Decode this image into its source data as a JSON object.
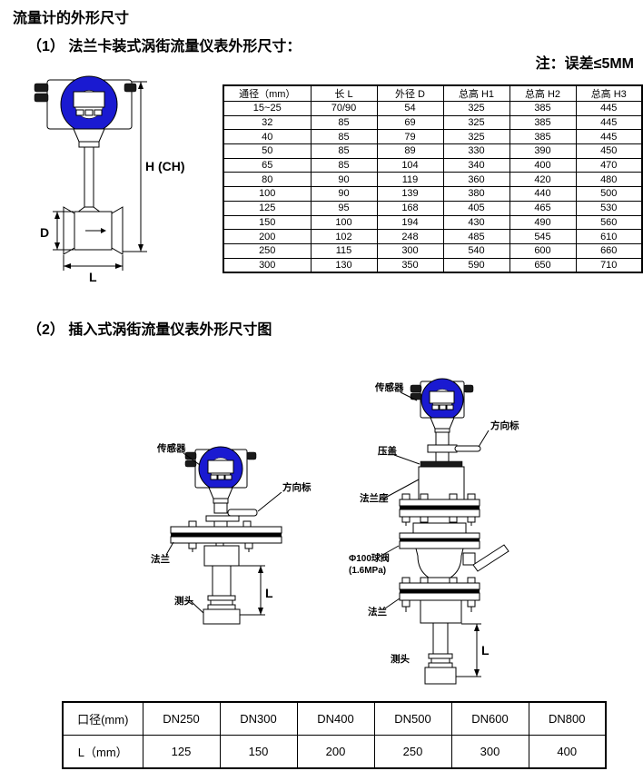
{
  "page": {
    "title": "流量计的外形尺寸",
    "section1_heading": "（1） 法兰卡装式涡街流量仪表外形尺寸：",
    "note": "注：误差≤5MM",
    "section2_heading": "（2） 插入式涡街流量仪表外形尺寸图"
  },
  "colors": {
    "accent_blue": "#1a1ad1",
    "ink": "#000000"
  },
  "figure1": {
    "dim_h": "H (CH)",
    "dim_d": "D",
    "dim_l": "L"
  },
  "figure2a": {
    "labels": {
      "sensor": "传感器",
      "direction": "方向标",
      "flange": "法兰",
      "probe": "测头",
      "dim_l": "L"
    }
  },
  "figure2b": {
    "labels": {
      "sensor": "传感器",
      "direction": "方向标",
      "gland": "压盖",
      "flange_seat": "法兰座",
      "ball_valve_line1": "Φ100球阀",
      "ball_valve_line2": "(1.6MPa)",
      "flange": "法兰",
      "probe": "测头",
      "dim_l": "L"
    }
  },
  "table1": {
    "headers": [
      "通径（mm）",
      "长 L",
      "外径 D",
      "总高 H1",
      "总高 H2",
      "总高 H3"
    ],
    "rows": [
      [
        "15~25",
        "70/90",
        "54",
        "325",
        "385",
        "445"
      ],
      [
        "32",
        "85",
        "69",
        "325",
        "385",
        "445"
      ],
      [
        "40",
        "85",
        "79",
        "325",
        "385",
        "445"
      ],
      [
        "50",
        "85",
        "89",
        "330",
        "390",
        "450"
      ],
      [
        "65",
        "85",
        "104",
        "340",
        "400",
        "470"
      ],
      [
        "80",
        "90",
        "119",
        "360",
        "420",
        "480"
      ],
      [
        "100",
        "90",
        "139",
        "380",
        "440",
        "500"
      ],
      [
        "125",
        "95",
        "168",
        "405",
        "465",
        "530"
      ],
      [
        "150",
        "100",
        "194",
        "430",
        "490",
        "560"
      ],
      [
        "200",
        "102",
        "248",
        "485",
        "545",
        "610"
      ],
      [
        "250",
        "115",
        "300",
        "540",
        "600",
        "660"
      ],
      [
        "300",
        "130",
        "350",
        "590",
        "650",
        "710"
      ]
    ]
  },
  "table2": {
    "headers": [
      "口径(mm)",
      "DN250",
      "DN300",
      "DN400",
      "DN500",
      "DN600",
      "DN800"
    ],
    "rows": [
      [
        "L（mm）",
        "125",
        "150",
        "200",
        "250",
        "300",
        "400"
      ]
    ]
  }
}
